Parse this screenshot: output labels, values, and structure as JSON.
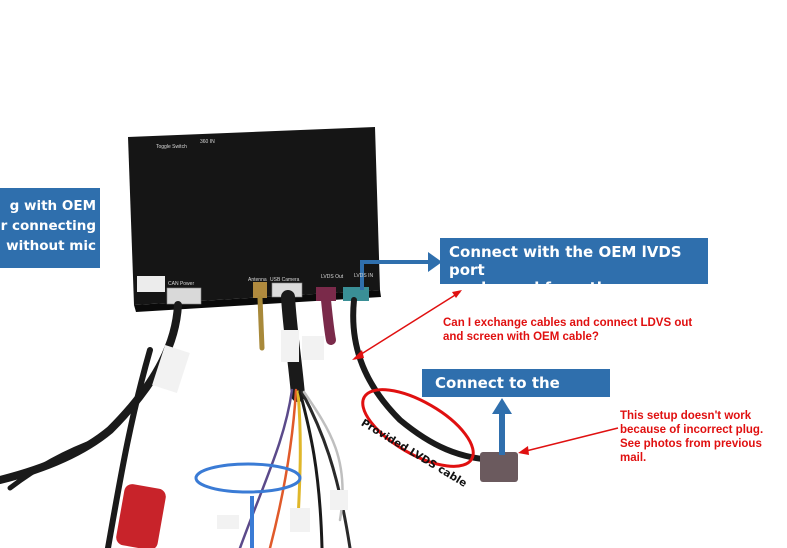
{
  "callouts": {
    "oem_mic": "g  with OEM\nr connecting\nwithout mic",
    "lvds_port": "Connect with the OEM lVDS port\nunplugged  from the screen",
    "screen": "Connect to the screen"
  },
  "notes": {
    "question": "Can I exchange cables and connect LDVS out\nand screen with OEM cable?",
    "setup": "This setup doesn't work\nbecause of incorrect plug.\nSee photos from previous\nmail."
  },
  "cable_label": "Provided LVDS cable",
  "box_labels": {
    "toggle_switch": "Toggle Switch",
    "in_360": "360 IN",
    "can_power": "CAN Power",
    "antenna": "Antenna",
    "usb_camera": "USB Camera",
    "lvds_out": "LVDS Out",
    "lvds_in": "LVDS IN"
  },
  "colors": {
    "callout_blue": "#2f6fad",
    "note_red": "#e01010",
    "circle_blue": "#3a7bd5",
    "box_black": "#151515"
  }
}
